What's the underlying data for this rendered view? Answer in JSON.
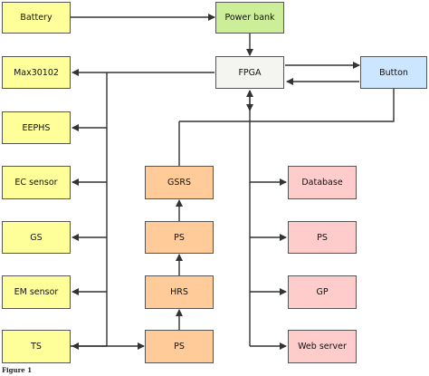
{
  "figure": {
    "caption": "Figure 1",
    "nodes": {
      "battery": "Battery",
      "power_bank": "Power bank",
      "max30102": "Max30102",
      "fpga": "FPGA",
      "button": "Button",
      "eephs": "EEPHS",
      "ec_sensor": "EC sensor",
      "gsrs": "GSRS",
      "database": "Database",
      "gs": "GS",
      "ps_mid": "PS",
      "ps_right": "PS",
      "em_sensor": "EM sensor",
      "hrs": "HRS",
      "gp": "GP",
      "ts": "TS",
      "ps_bottom": "PS",
      "web_server": "Web server"
    }
  }
}
